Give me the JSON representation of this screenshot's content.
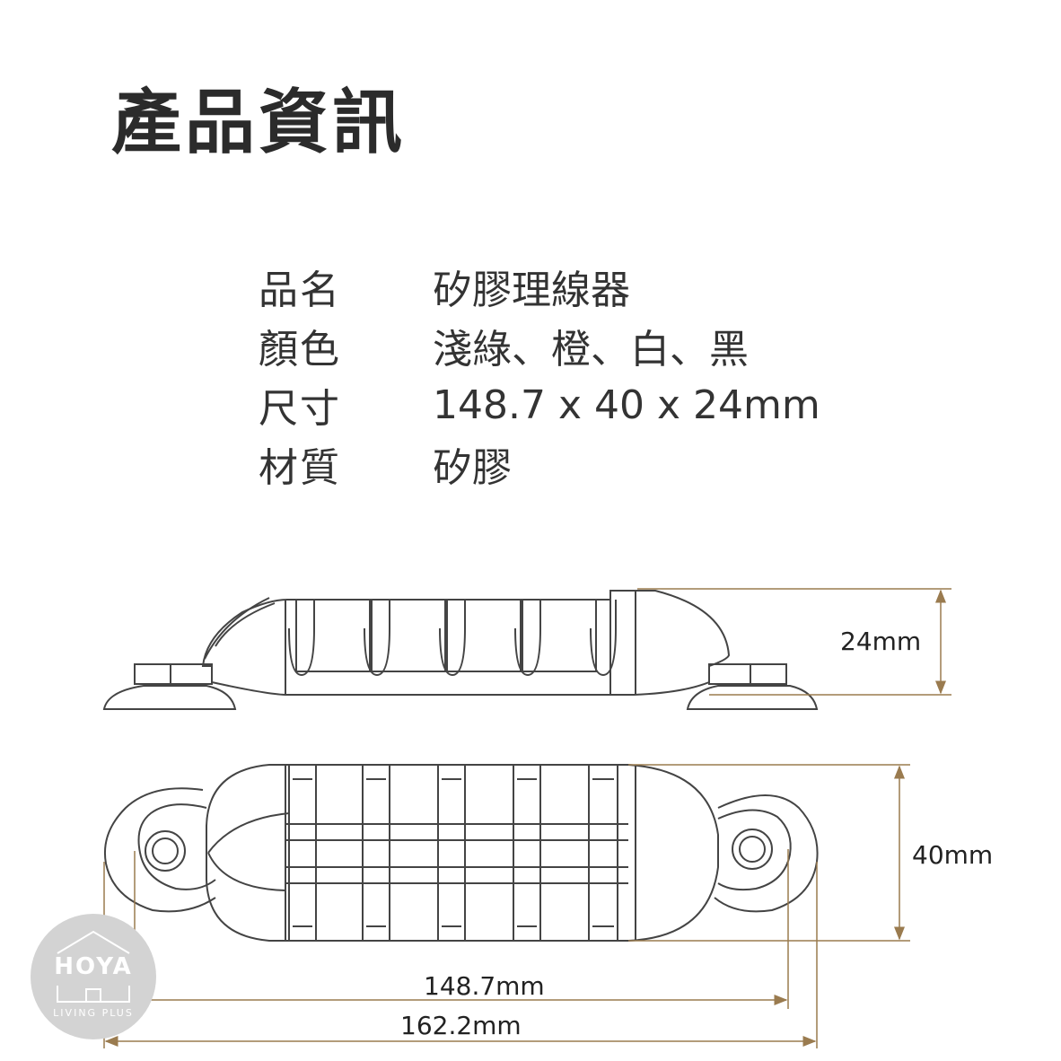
{
  "title": "產品資訊",
  "specs": [
    {
      "label": "品名",
      "value": "矽膠理線器"
    },
    {
      "label": "顏色",
      "value": "淺綠、橙、白、黑"
    },
    {
      "label": "尺寸",
      "value": "148.7 x 40 x 24mm"
    },
    {
      "label": "材質",
      "value": "矽膠"
    }
  ],
  "dimensions": {
    "height": "24mm",
    "width": "40mm",
    "hole_span": "148.7mm",
    "total_length": "162.2mm"
  },
  "logo": {
    "word": "HOYA",
    "sub": "LIVING PLUS"
  },
  "colors": {
    "line": "#444444",
    "dimension": "#9a7b4f",
    "logo_bg": "#d3d3d3"
  }
}
